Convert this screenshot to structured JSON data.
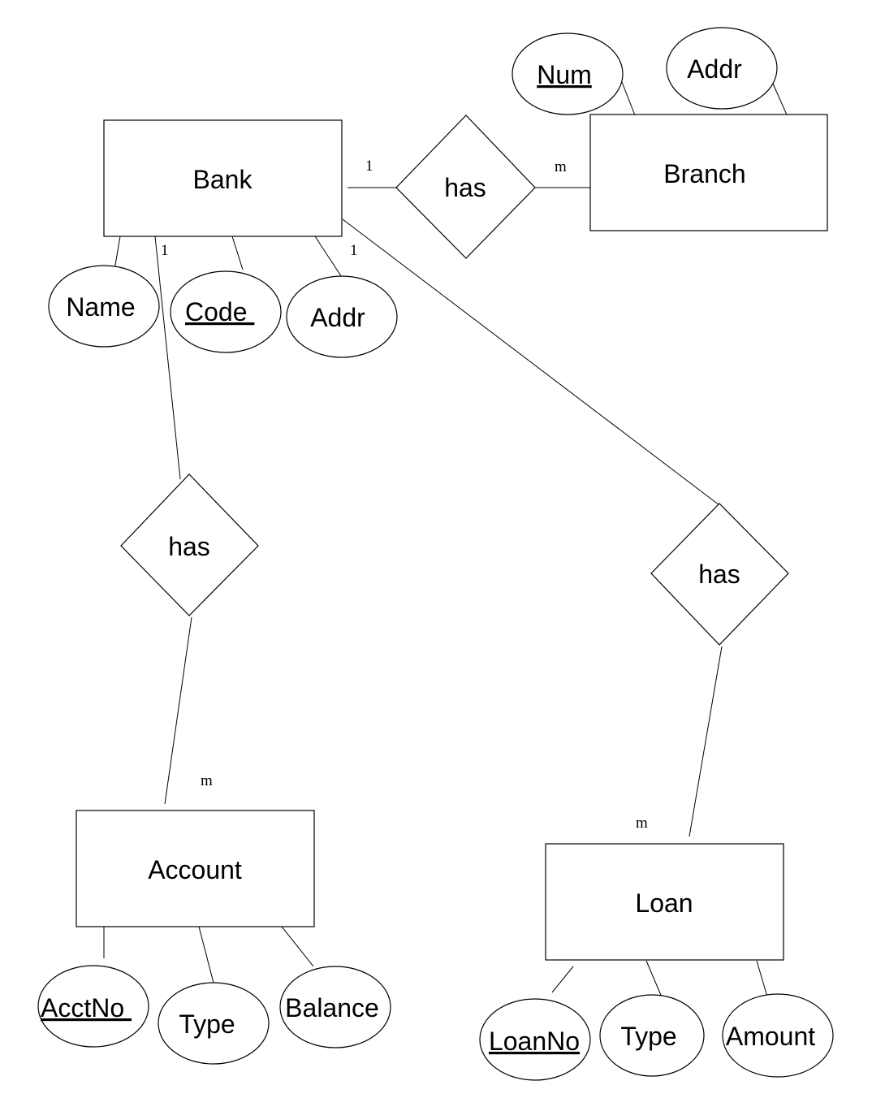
{
  "entities": {
    "bank": "Bank",
    "branch": "Branch",
    "account": "Account",
    "loan": "Loan"
  },
  "relationships": {
    "bank_branch": "has",
    "bank_account": "has",
    "bank_loan": "has"
  },
  "attributes": {
    "branch_num": "Num",
    "branch_addr": "Addr",
    "bank_name": "Name",
    "bank_code": "Code ",
    "bank_addr": "Addr",
    "account_acctno": "AcctNo ",
    "account_type": "Type",
    "account_balance": "Balance",
    "loan_loanno": "LoanNo",
    "loan_type": "Type",
    "loan_amount": "Amount"
  },
  "cardinalities": {
    "bank_side_branch": "1",
    "branch_side": "m",
    "bank_side_account": "1",
    "bank_side_loan": "1",
    "account_side": "m",
    "loan_side": "m"
  }
}
